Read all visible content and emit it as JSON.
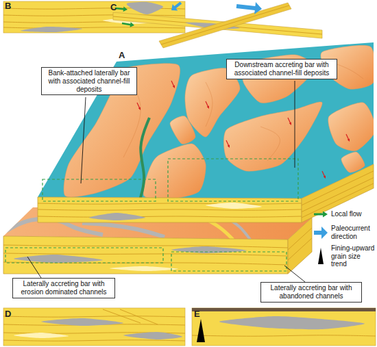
{
  "diagram": {
    "nodes": [
      {
        "text": [
          "Bank-attached laterally bar with associated channel-fill deposits"
        ]
      },
      {
        "text": [
          "Downstream accreting bar with associated channel-fill deposits"
        ]
      },
      {
        "text": [
          "Laterally accreting bar with erosion dominated channels"
        ]
      },
      {
        "text": [
          "Laterally accreting bar with abandoned channels"
        ]
      }
    ],
    "labels": [
      "B",
      "C",
      "A",
      "D",
      "E"
    ],
    "legend": [
      {
        "text": "Local flow"
      },
      {
        "text": "Paleocurrent direction"
      },
      {
        "text": "Fining-upward grain size trend"
      }
    ]
  }
}
